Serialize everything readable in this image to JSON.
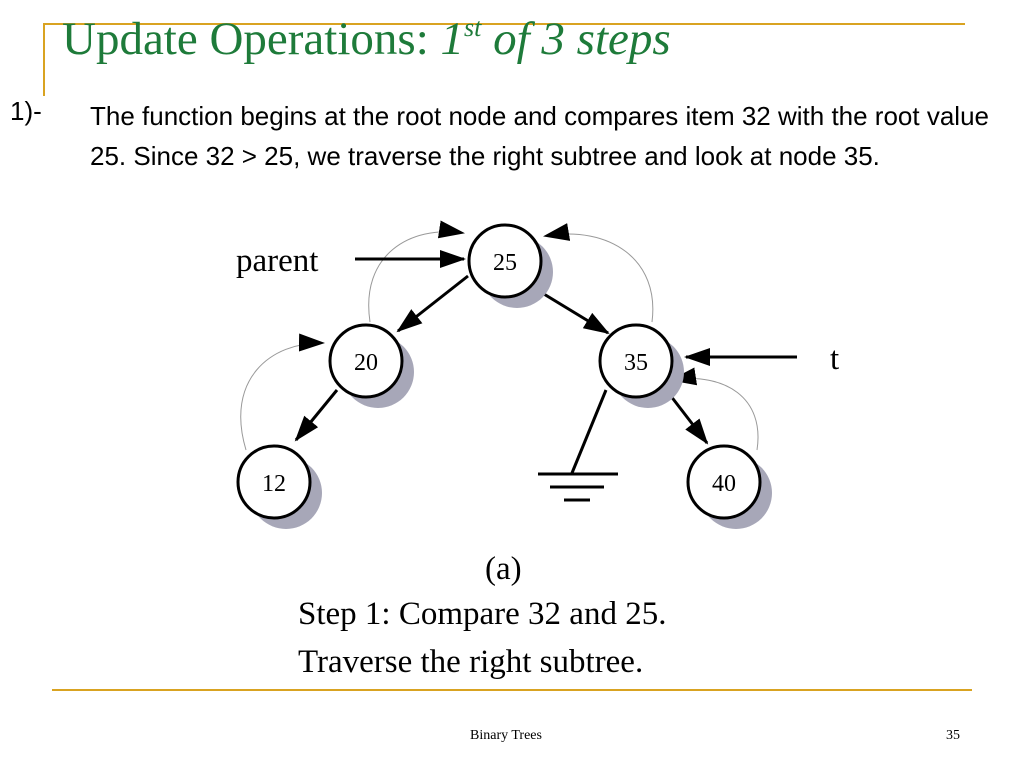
{
  "title": {
    "main": "Update Operations:",
    "step_number": "1",
    "step_suffix": "st",
    "step_rest": "of  3 steps"
  },
  "step": {
    "number": "1)-",
    "text": "The function begins at the root node and compares item 32 with the root value 25. Since 32 > 25, we traverse the right subtree and look at node 35."
  },
  "diagram": {
    "nodes": {
      "root": "25",
      "left": "20",
      "right": "35",
      "left_left": "12",
      "right_right": "40"
    },
    "labels": {
      "parent": "parent",
      "t": "t"
    }
  },
  "caption": {
    "label": "(a)",
    "line1": "Step 1: Compare 32 and 25.",
    "line2": "Traverse the right subtree."
  },
  "footer": {
    "title": "Binary Trees",
    "page": "35"
  },
  "colors": {
    "accent": "#d9a321",
    "title": "#1e7b3a",
    "shadow": "#a7a7b8"
  }
}
